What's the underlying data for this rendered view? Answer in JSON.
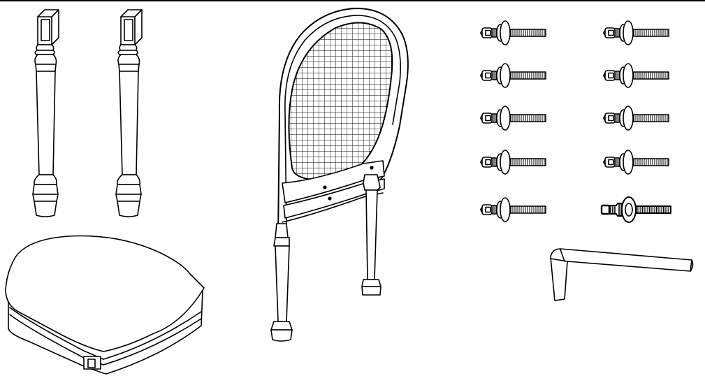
{
  "diagram": {
    "kind": "furniture-assembly-parts",
    "parts": [
      {
        "id": "front-leg",
        "quantity": 2
      },
      {
        "id": "seat-cushion",
        "quantity": 1
      },
      {
        "id": "chair-back-frame",
        "quantity": 1
      },
      {
        "id": "bolt-with-washers",
        "quantity": 9
      },
      {
        "id": "bolt-with-lock-nut",
        "quantity": 1
      },
      {
        "id": "allen-key",
        "quantity": 1
      }
    ],
    "colors": {
      "line": "#000000",
      "fill": "#ffffff",
      "shade": "#d9d9d9"
    }
  }
}
